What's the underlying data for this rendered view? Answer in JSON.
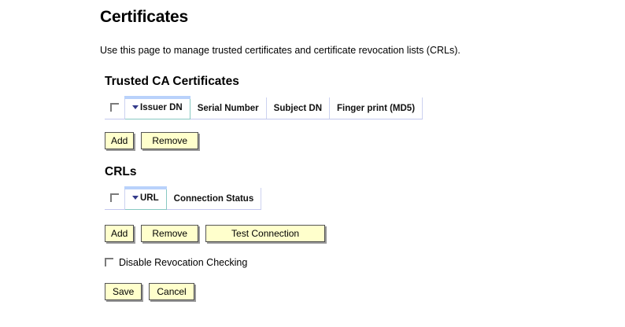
{
  "page": {
    "title": "Certificates",
    "description": "Use this page to manage trusted certificates and certificate revocation lists (CRLs)."
  },
  "theme": {
    "page_background": "#ffffff",
    "button_background": "#ffffcc",
    "button_border": "#555555",
    "button_shadow": "#9a9a9a",
    "grid_border": "#ccd2f0",
    "sorted_column_border": "#88c9c2",
    "sorted_column_top_bar": "#b9d2fb",
    "sort_arrow_color": "#333a8a",
    "checkbox_border": "#7b7b7b",
    "text_color": "#000000"
  },
  "trusted_ca": {
    "section_title": "Trusted CA Certificates",
    "select_all_checkbox": {
      "icon": "checkbox-unchecked-icon",
      "checked": false
    },
    "columns": [
      {
        "label": "Issuer DN",
        "sorted": true,
        "sort_direction": "descending",
        "sort_icon": "triangle-down-icon"
      },
      {
        "label": "Serial Number",
        "sorted": false,
        "sort_direction": "",
        "sort_icon": ""
      },
      {
        "label": "Subject DN",
        "sorted": false,
        "sort_direction": "",
        "sort_icon": ""
      },
      {
        "label": "Finger print (MD5)",
        "sorted": false,
        "sort_direction": "",
        "sort_icon": ""
      }
    ],
    "rows": [],
    "buttons": [
      {
        "label": "Add",
        "name": "add-certificate-button"
      },
      {
        "label": "Remove",
        "name": "remove-certificate-button"
      }
    ]
  },
  "crls": {
    "section_title": "CRLs",
    "select_all_checkbox": {
      "icon": "checkbox-unchecked-icon",
      "checked": false
    },
    "columns": [
      {
        "label": "URL",
        "sorted": true,
        "sort_direction": "descending",
        "sort_icon": "triangle-down-icon"
      },
      {
        "label": "Connection Status",
        "sorted": false,
        "sort_direction": "",
        "sort_icon": ""
      }
    ],
    "rows": [],
    "buttons": [
      {
        "label": "Add",
        "name": "add-crl-button"
      },
      {
        "label": "Remove",
        "name": "remove-crl-button"
      },
      {
        "label": "Test Connection",
        "name": "test-connection-button"
      }
    ],
    "disable_revocation": {
      "label": "Disable Revocation Checking",
      "icon": "checkbox-unchecked-icon",
      "checked": false
    }
  },
  "form_actions": {
    "save_label": "Save",
    "cancel_label": "Cancel"
  }
}
